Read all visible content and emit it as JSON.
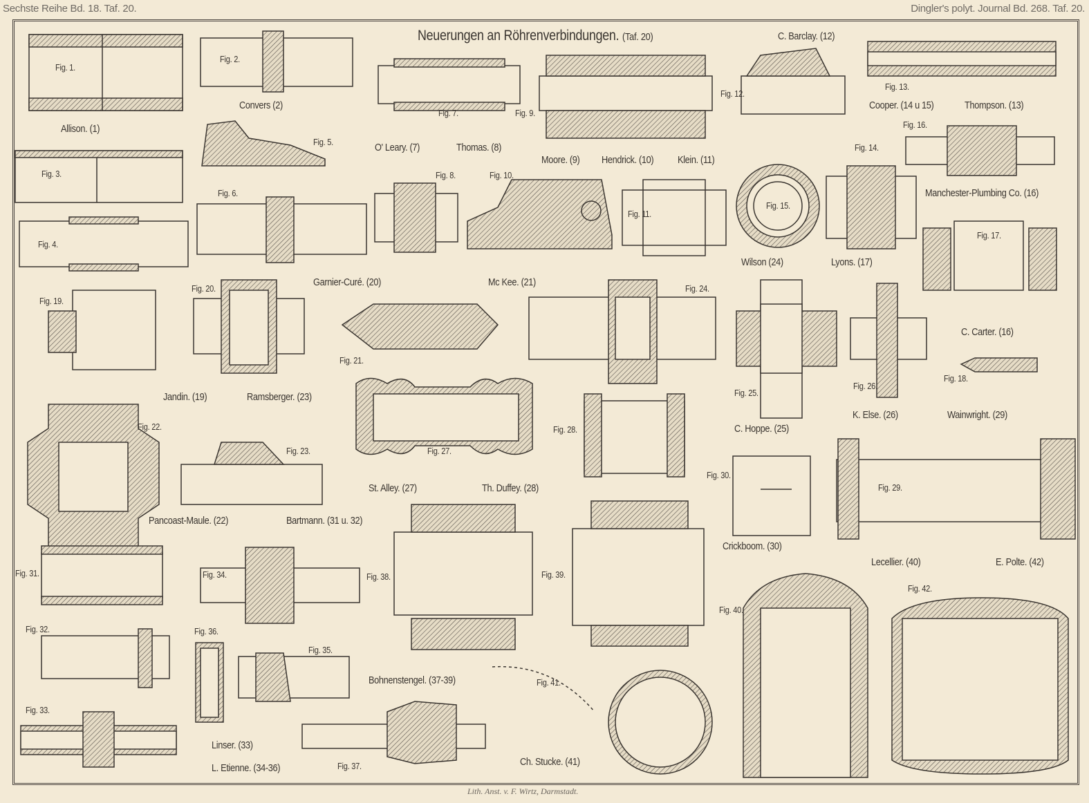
{
  "header": {
    "left": "Sechste Reihe Bd. 18. Taf. 20.",
    "right": "Dingler's polyt. Journal Bd. 268. Taf. 20."
  },
  "title": "Neuerungen an Röhrenverbindungen.",
  "title_ref": "(Taf. 20)",
  "footer": "Lith. Anst. v. F. Wirtz, Darmstadt.",
  "names": [
    "Allison. (1)",
    "Convers (2)",
    "O' Leary. (7)",
    "Thomas. (8)",
    "Moore. (9)",
    "Hendrick. (10)",
    "Klein. (11)",
    "C. Barclay. (12)",
    "Cooper. (14 u 15)",
    "Thompson. (13)",
    "Manchester-Plumbing Co. (16)",
    "Wilson (24)",
    "Lyons. (17)",
    "Garnier-Curé. (20)",
    "Mc Kee. (21)",
    "C. Carter. (16)",
    "Jandin. (19)",
    "Ramsberger. (23)",
    "C. Hoppe. (25)",
    "K. Else. (26)",
    "Wainwright. (29)",
    "Pancoast-Maule. (22)",
    "Bartmann. (31 u. 32)",
    "St. Alley. (27)",
    "Th. Duffey. (28)",
    "Crickboom. (30)",
    "Lecellier. (40)",
    "E. Polte. (42)",
    "Bohnenstengel. (37-39)",
    "Linser. (33)",
    "L. Etienne. (34-36)",
    "Ch. Stucke. (41)"
  ],
  "figs": [
    "Fig. 1.",
    "Fig. 2.",
    "Fig. 3.",
    "Fig. 4.",
    "Fig. 5.",
    "Fig. 6.",
    "Fig. 7.",
    "Fig. 8.",
    "Fig. 9.",
    "Fig. 10.",
    "Fig. 11.",
    "Fig. 12.",
    "Fig. 13.",
    "Fig. 14.",
    "Fig. 15.",
    "Fig. 16.",
    "Fig. 17.",
    "Fig. 18.",
    "Fig. 19.",
    "Fig. 20.",
    "Fig. 21.",
    "Fig. 22.",
    "Fig. 23.",
    "Fig. 24.",
    "Fig. 25.",
    "Fig. 26.",
    "Fig. 27.",
    "Fig. 28.",
    "Fig. 29.",
    "Fig. 30.",
    "Fig. 31.",
    "Fig. 32.",
    "Fig. 33.",
    "Fig. 34.",
    "Fig. 35.",
    "Fig. 36.",
    "Fig. 37.",
    "Fig. 38.",
    "Fig. 39.",
    "Fig. 40.",
    "Fig. 41.",
    "Fig. 42."
  ]
}
